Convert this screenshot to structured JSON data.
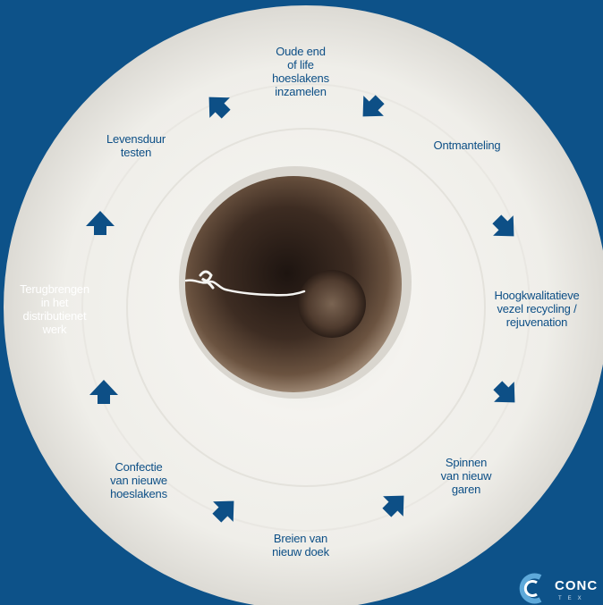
{
  "colors": {
    "background": "#0d5289",
    "arrow": "#0d4f86",
    "label": "#0d4f86",
    "label_light": "#ffffff",
    "yarn": "#f1f0ec",
    "tube_core": "#3a2a22"
  },
  "steps": [
    {
      "label": "Oude end\nof life\nhoeslakens\ninzamelen"
    },
    {
      "label": "Ontmanteling"
    },
    {
      "label": "Hoogkwalitatieve\nvezel recycling /\nrejuvenation"
    },
    {
      "label": "Spinnen\nvan nieuw\ngaren"
    },
    {
      "label": "Breien van\nnieuw doek"
    },
    {
      "label": "Confectie\nvan nieuwe\nhoeslakens"
    },
    {
      "label": "Terugbrengen\nin het\ndistributienet\nwerk"
    },
    {
      "label": "Levensduur\ntesten"
    }
  ],
  "arrows": [
    {
      "icon": "arrow-icon",
      "angle": 225
    },
    {
      "icon": "arrow-icon",
      "angle": 135
    },
    {
      "icon": "arrow-icon",
      "angle": 45
    },
    {
      "icon": "arrow-icon",
      "angle": 45
    },
    {
      "icon": "arrow-icon",
      "angle": -45
    },
    {
      "icon": "arrow-icon",
      "angle": -45
    },
    {
      "icon": "arrow-icon",
      "angle": -90
    },
    {
      "icon": "arrow-icon",
      "angle": -90
    }
  ],
  "brand": {
    "name": "CONC",
    "sub": "TEX",
    "logo_icon": "brand-logo-icon"
  }
}
